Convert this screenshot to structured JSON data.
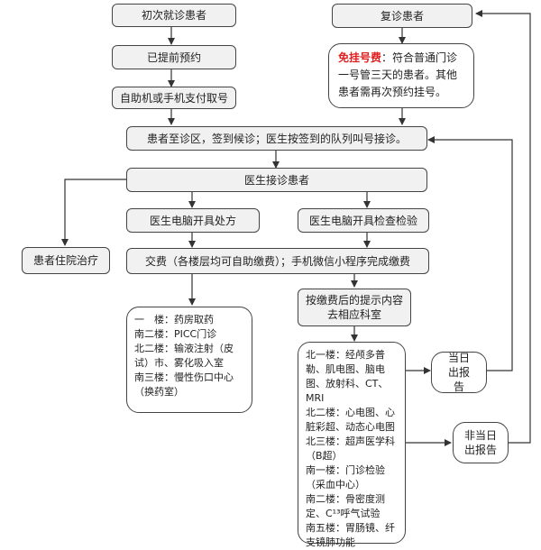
{
  "boxes": {
    "first_visit": "初次就诊患者",
    "preregistered": "已提前预约",
    "self_service": "自助机或手机支付取号",
    "return_visit": "复诊患者",
    "free_note_red": "免挂号费",
    "free_note_body": "：符合普通门诊一号管三天的患者。其他患者需再次预约挂号。",
    "waiting_area": "患者至诊区，签到候诊；医生按签到的队列叫号接诊。",
    "doctor_receives": "医生接诊患者",
    "prescription": "医生电脑开具处方",
    "exam_order": "医生电脑开具检查检验",
    "hospitalized": "患者住院治疗",
    "payment": "交费（各楼层均可自助缴费）；手机微信小程序完成缴费",
    "follow_prompt": "按缴费后的提示内容去相应科室",
    "same_day": "当日出报告",
    "not_same_day": "非当日出报告"
  },
  "pharmacy_list": [
    "一　楼：药房取药",
    "南二楼：PICC门诊",
    "北二楼：输液注射（皮试）市、雾化吸入室",
    "南三楼：慢性伤口中心（换药室）"
  ],
  "exam_list": [
    "北一楼：经颅多普勒、肌电图、脑电图、放射科、CT、MRI",
    "北二楼：心电图、心脏彩超、动态心电图",
    "北三楼：超声医学科（B超）",
    "南一楼：门诊检验（采血中心）",
    "南二楼：骨密度测定、C¹³呼气试验",
    "南五楼：胃肠镜、纤支镜肺功能"
  ]
}
